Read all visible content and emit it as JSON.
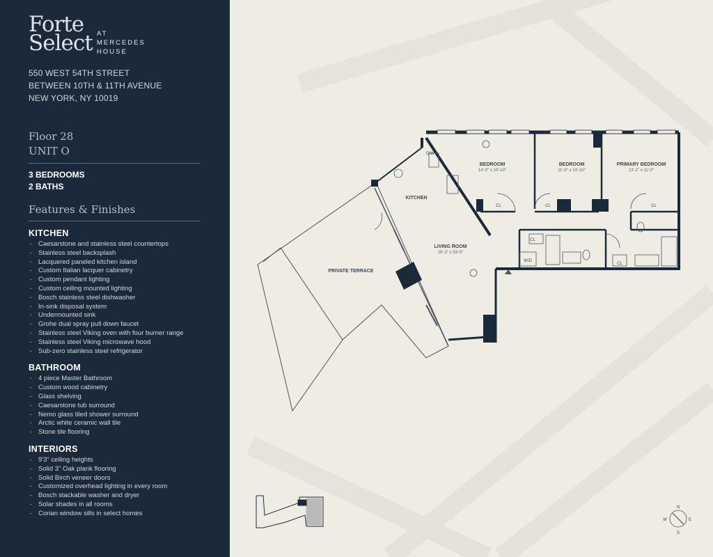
{
  "brand": {
    "logo_line1": "Forte",
    "logo_line2": "Select",
    "logo_sub": [
      "AT",
      "MERCEDES",
      "HOUSE"
    ]
  },
  "address": {
    "line1": "550 WEST 54TH STREET",
    "line2": "BETWEEN 10TH & 11TH AVENUE",
    "line3": "NEW YORK, NY 10019"
  },
  "unit": {
    "floor": "Floor 28",
    "unit": "UNIT O",
    "bedrooms": "3 BEDROOMS",
    "baths": "2 BATHS"
  },
  "features_title": "Features & Finishes",
  "sections": [
    {
      "title": "KITCHEN",
      "items": [
        "Caesarstone and stainless steel countertops",
        "Stainless steel backsplash",
        "Lacquered paneled kitchen island",
        "Custom Italian lacquer cabinetry",
        "Custom pendant lighting",
        "Custom ceiling mounted lighting",
        "Bosch stainless steel dishwasher",
        "In-sink disposal system",
        "Undermounted sink",
        "Grohe dual spray pull down faucet",
        "Stainless steel Viking oven with four burner range",
        "Stainless steel Viking microwave hood",
        "Sub-zero stainless steel refrigerator"
      ]
    },
    {
      "title": "BATHROOM",
      "items": [
        "4 piece Master Bathroom",
        "Custom wood cabinetry",
        "Glass shelving",
        "Caesarstone tub surround",
        "Nemo glass tiled shower surround",
        "Arctic white ceramic wall tile",
        "Stone tile flooring"
      ]
    },
    {
      "title": "INTERIORS",
      "items": [
        "9'3\" ceiling heights",
        "Solid 3\" Oak plank flooring",
        "Solid Birch veneer doors",
        "Customized overhead lighting in every room",
        "Bosch stackable washer and dryer",
        "Solar shades in all rooms",
        "Corian window sills in select homes"
      ]
    }
  ],
  "rooms": {
    "bedroom1": {
      "name": "BEDROOM",
      "dims": "14'-0\" x 10'-10\""
    },
    "bedroom2": {
      "name": "BEDROOM",
      "dims": "11'-6\" x 10'-10\""
    },
    "primary": {
      "name": "PRIMARY BEDROOM",
      "dims": "13'-2\" x 11'-0\""
    },
    "kitchen": {
      "name": "KITCHEN"
    },
    "living": {
      "name": "LIVING ROOM",
      "dims": "16'-3\" x 33'-9\""
    },
    "terrace": {
      "name": "PRIVATE TERRACE"
    }
  },
  "small_labels": {
    "closet": "CL",
    "dishwasher": "D/W",
    "washer_dryer": "W/D"
  },
  "compass": {
    "n": "N",
    "s": "S",
    "e": "E",
    "w": "W"
  },
  "colors": {
    "sidebar": "#1b2a3a",
    "page": "#efece4",
    "wall": "#1b2a3a"
  }
}
